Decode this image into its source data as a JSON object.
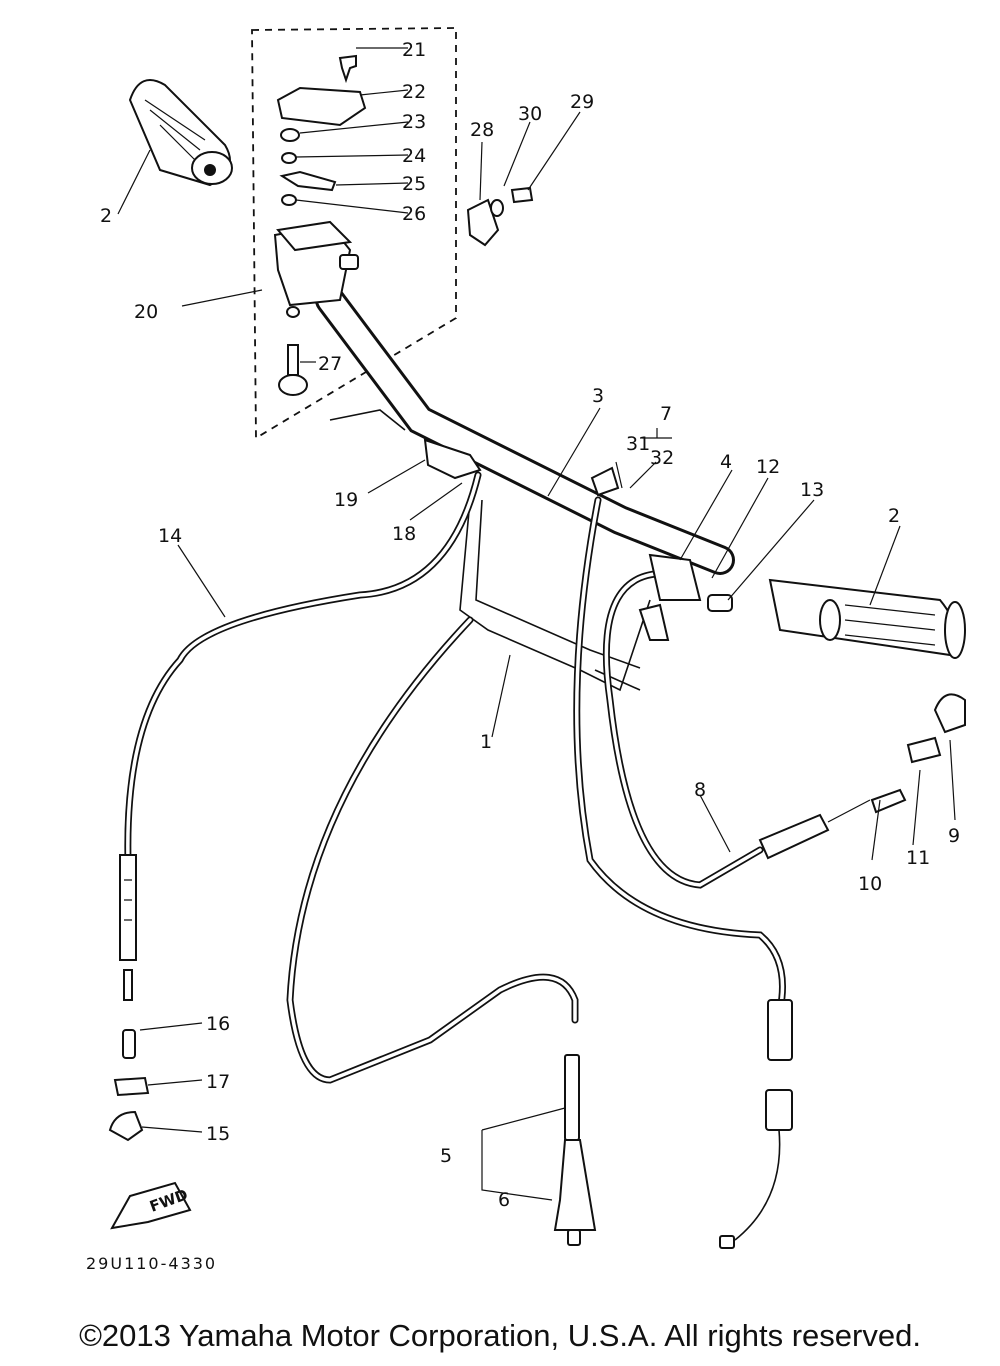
{
  "diagram": {
    "callouts": [
      "1",
      "2",
      "2",
      "3",
      "4",
      "5",
      "6",
      "7",
      "8",
      "9",
      "10",
      "11",
      "12",
      "13",
      "14",
      "15",
      "16",
      "17",
      "18",
      "19",
      "20",
      "21",
      "22",
      "23",
      "24",
      "25",
      "26",
      "27",
      "28",
      "29",
      "30",
      "31",
      "32"
    ],
    "fwd_label": "FWD",
    "code": "29U110-4330"
  },
  "footer": {
    "copyright": "©2013 Yamaha Motor Corporation, U.S.A. All rights reserved."
  }
}
